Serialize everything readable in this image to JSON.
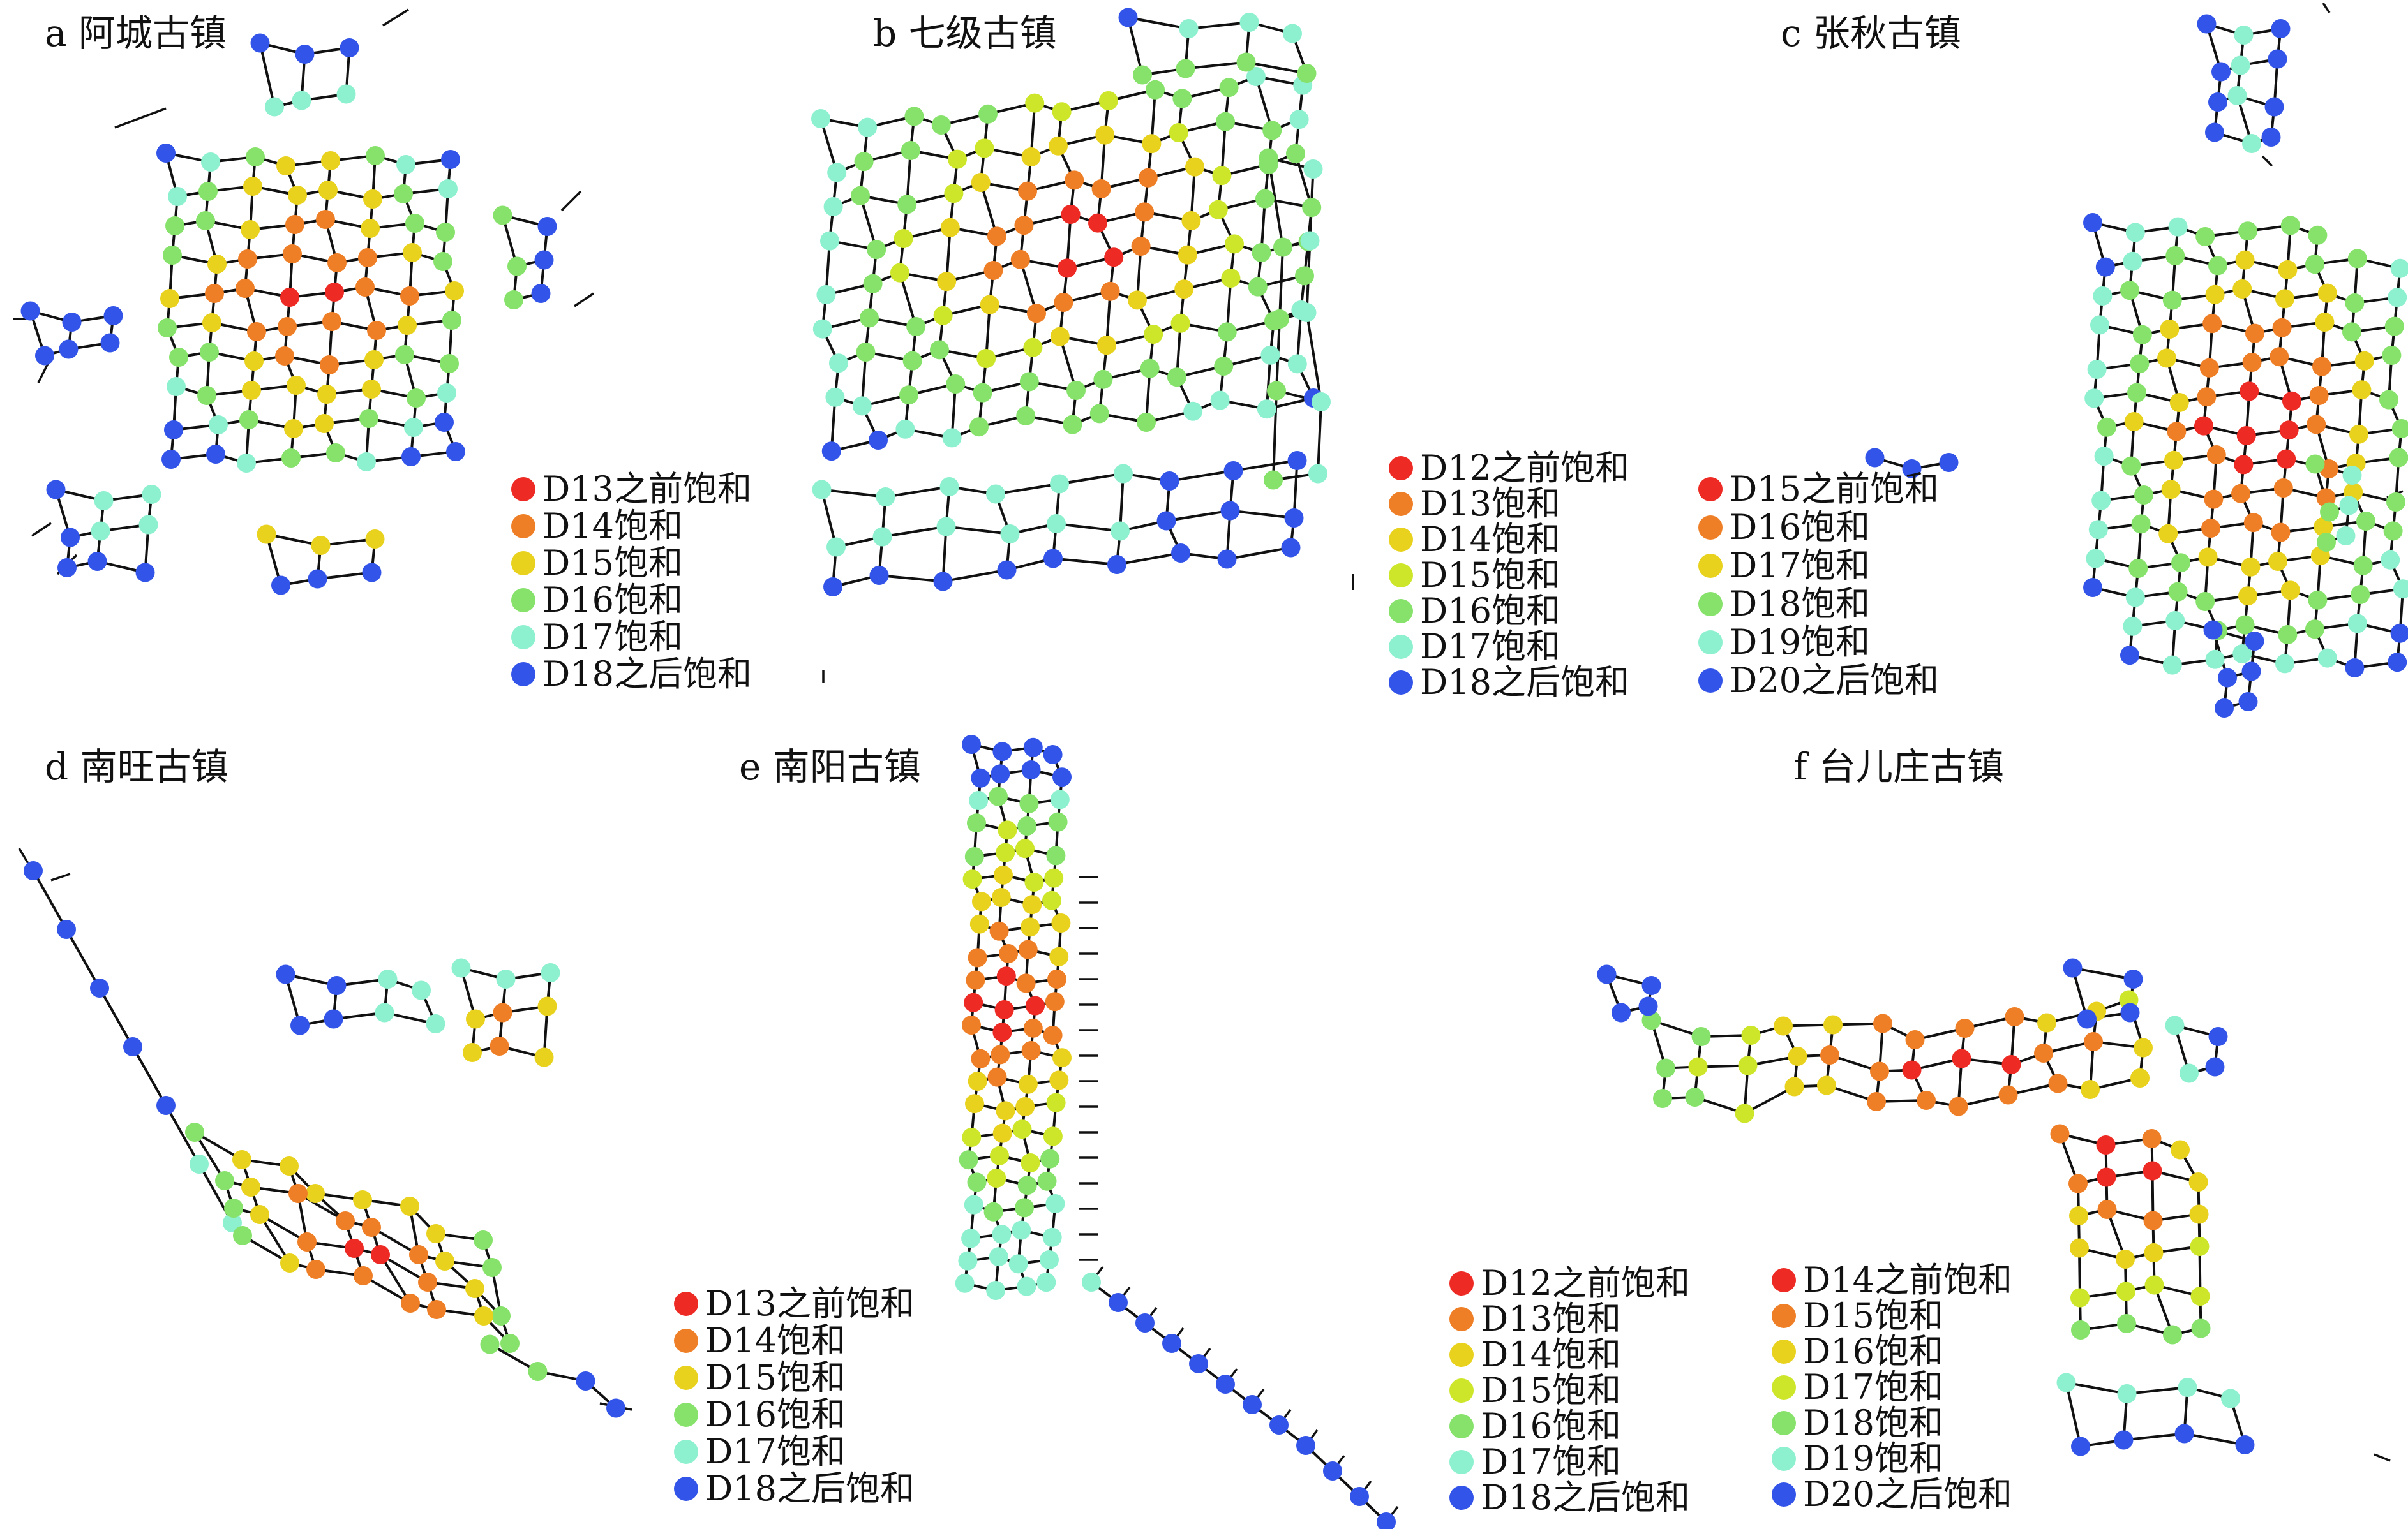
{
  "colors": {
    "red": "#ee2a24",
    "orange": "#ef7f26",
    "yellow": "#e8d21e",
    "yellowgreen": "#cde62a",
    "green": "#86e26a",
    "cyan": "#8df0cf",
    "blue": "#3354e8"
  },
  "panels": [
    {
      "id": "a",
      "title": "a 阿城古镇",
      "legend": [
        {
          "label": "D13之前饱和",
          "color": "red"
        },
        {
          "label": "D14饱和",
          "color": "orange"
        },
        {
          "label": "D15饱和",
          "color": "yellow"
        },
        {
          "label": "D16饱和",
          "color": "green"
        },
        {
          "label": "D17饱和",
          "color": "cyan"
        },
        {
          "label": "D18之后饱和",
          "color": "blue"
        }
      ]
    },
    {
      "id": "b",
      "title": "b 七级古镇",
      "legend": [
        {
          "label": "D12之前饱和",
          "color": "red"
        },
        {
          "label": "D13饱和",
          "color": "orange"
        },
        {
          "label": "D14饱和",
          "color": "yellow"
        },
        {
          "label": "D15饱和",
          "color": "yellowgreen"
        },
        {
          "label": "D16饱和",
          "color": "green"
        },
        {
          "label": "D17饱和",
          "color": "cyan"
        },
        {
          "label": "D18之后饱和",
          "color": "blue"
        }
      ]
    },
    {
      "id": "c",
      "title": "c 张秋古镇",
      "legend": [
        {
          "label": "D15之前饱和",
          "color": "red"
        },
        {
          "label": "D16饱和",
          "color": "orange"
        },
        {
          "label": "D17饱和",
          "color": "yellow"
        },
        {
          "label": "D18饱和",
          "color": "green"
        },
        {
          "label": "D19饱和",
          "color": "cyan"
        },
        {
          "label": "D20之后饱和",
          "color": "blue"
        }
      ]
    },
    {
      "id": "d",
      "title": "d 南旺古镇",
      "legend": [
        {
          "label": "D13之前饱和",
          "color": "red"
        },
        {
          "label": "D14饱和",
          "color": "orange"
        },
        {
          "label": "D15饱和",
          "color": "yellow"
        },
        {
          "label": "D16饱和",
          "color": "green"
        },
        {
          "label": "D17饱和",
          "color": "cyan"
        },
        {
          "label": "D18之后饱和",
          "color": "blue"
        }
      ]
    },
    {
      "id": "e",
      "title": "e 南阳古镇",
      "legend": [
        {
          "label": "D12之前饱和",
          "color": "red"
        },
        {
          "label": "D13饱和",
          "color": "orange"
        },
        {
          "label": "D14饱和",
          "color": "yellow"
        },
        {
          "label": "D15饱和",
          "color": "yellowgreen"
        },
        {
          "label": "D16饱和",
          "color": "green"
        },
        {
          "label": "D17饱和",
          "color": "cyan"
        },
        {
          "label": "D18之后饱和",
          "color": "blue"
        }
      ]
    },
    {
      "id": "f",
      "title": "f 台儿庄古镇",
      "legend": [
        {
          "label": "D14之前饱和",
          "color": "red"
        },
        {
          "label": "D15饱和",
          "color": "orange"
        },
        {
          "label": "D16饱和",
          "color": "yellow"
        },
        {
          "label": "D17饱和",
          "color": "yellowgreen"
        },
        {
          "label": "D18饱和",
          "color": "green"
        },
        {
          "label": "D19饱和",
          "color": "cyan"
        },
        {
          "label": "D20之后饱和",
          "color": "blue"
        }
      ]
    }
  ]
}
